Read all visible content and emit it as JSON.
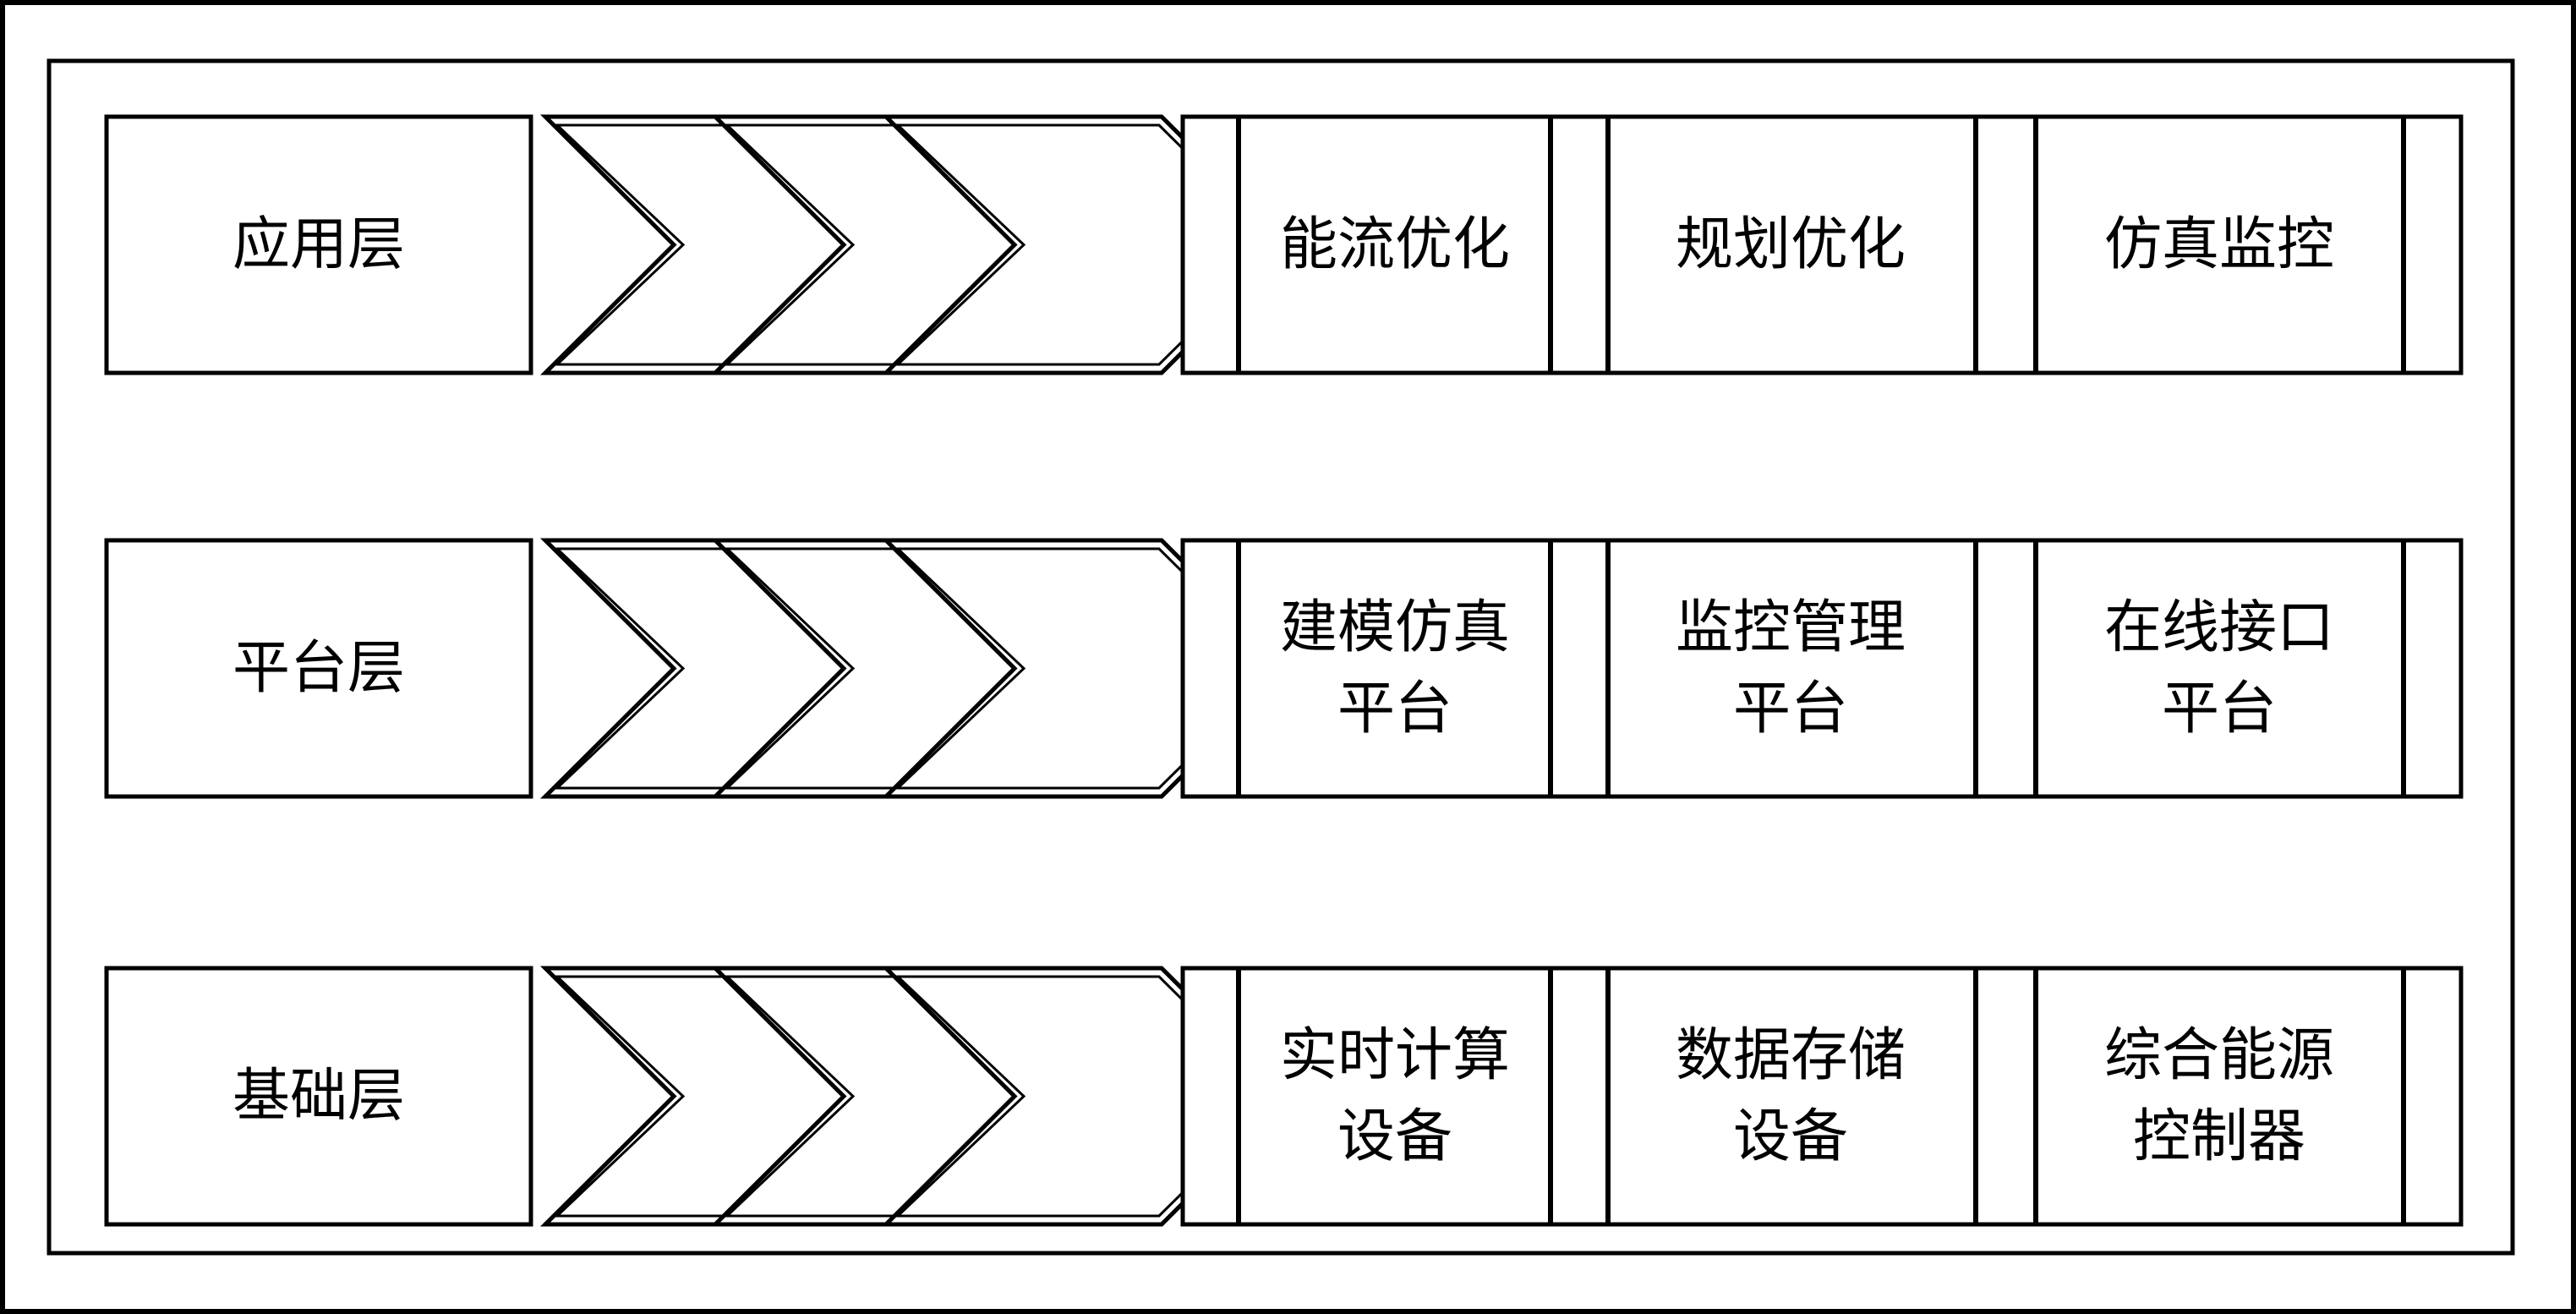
{
  "colors": {
    "stroke": "#000000",
    "fill": "#ffffff",
    "text": "#000000"
  },
  "layers": [
    {
      "name": "应用层",
      "modules": [
        {
          "lines": [
            "能流优化"
          ]
        },
        {
          "lines": [
            "规划优化"
          ]
        },
        {
          "lines": [
            "仿真监控"
          ]
        }
      ]
    },
    {
      "name": "平台层",
      "modules": [
        {
          "lines": [
            "建模仿真",
            "平台"
          ]
        },
        {
          "lines": [
            "监控管理",
            "平台"
          ]
        },
        {
          "lines": [
            "在线接口",
            "平台"
          ]
        }
      ]
    },
    {
      "name": "基础层",
      "modules": [
        {
          "lines": [
            "实时计算",
            "设备"
          ]
        },
        {
          "lines": [
            "数据存储",
            "设备"
          ]
        },
        {
          "lines": [
            "综合能源",
            "控制器"
          ]
        }
      ]
    }
  ]
}
